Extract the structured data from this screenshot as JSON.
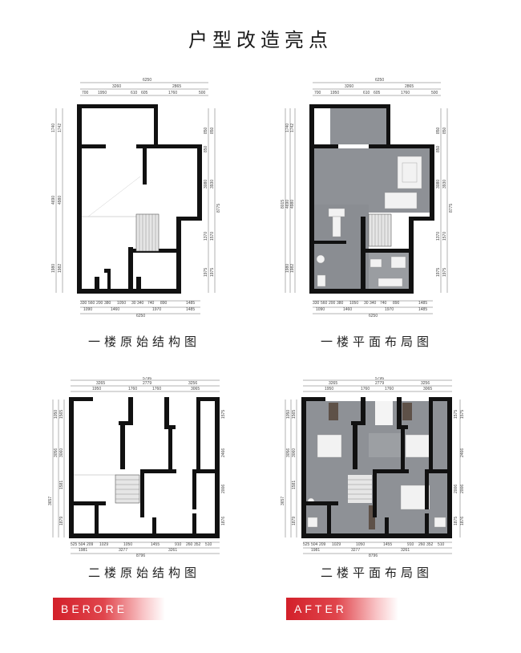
{
  "title": "户型改造亮点",
  "plans": {
    "f1_before": {
      "caption": "一楼原始结构图",
      "top_dims": {
        "total": "6250",
        "row1": [
          "3260",
          "2865"
        ],
        "row2": [
          "700",
          "1950",
          "610",
          "605",
          "1760",
          "500"
        ]
      },
      "bottom_dims": {
        "row1": [
          "330",
          "560",
          "200",
          "380",
          "1050",
          "30",
          "340",
          "740",
          "890",
          "1485"
        ],
        "row2": [
          "1090",
          "1460",
          "1970",
          "1485"
        ],
        "total": "6250"
      },
      "left_dims": [
        "1740",
        "1742",
        "4690",
        "4980",
        "1980",
        "1982"
      ],
      "right_dims": [
        "850",
        "850",
        "850",
        "3080",
        "3930",
        "8775",
        "1370",
        "1570",
        "1975",
        "1975"
      ]
    },
    "f1_after": {
      "caption": "一楼平面布局图",
      "top_dims": {
        "total": "6250",
        "row1": [
          "3260",
          "2865"
        ],
        "row2": [
          "700",
          "1950",
          "610",
          "605",
          "1760",
          "500"
        ]
      },
      "bottom_dims": {
        "row1": [
          "330",
          "560",
          "200",
          "380",
          "1050",
          "30",
          "340",
          "740",
          "890",
          "1485"
        ],
        "row2": [
          "1090",
          "1460",
          "1970",
          "1485"
        ],
        "total": "6250"
      },
      "left_dims": [
        "1740",
        "1742",
        "8015",
        "4690",
        "4980",
        "1980",
        "1982"
      ],
      "right_dims": [
        "850",
        "850",
        "850",
        "3080",
        "3930",
        "8775",
        "1370",
        "1570",
        "1975",
        "1975"
      ]
    },
    "f2_before": {
      "caption": "二楼原始结构图",
      "top_dims": {
        "total": "5796",
        "row1": [
          "3265",
          "2779",
          "3256"
        ],
        "row2": [
          "1950",
          "1760",
          "1760",
          "3065"
        ]
      },
      "bottom_dims": {
        "row1": [
          "525",
          "504",
          "209",
          "1029",
          "1050",
          "1455",
          "910",
          "260",
          "352",
          "510"
        ],
        "row2": [
          "1981",
          "3277",
          "3261"
        ],
        "total": "8796"
      },
      "left_dims": [
        "1050",
        "1565",
        "3056",
        "3060",
        "1581",
        "3657",
        "1879"
      ],
      "right_dims": [
        "1575",
        "1575",
        "2466",
        "2006",
        "2006",
        "1875",
        "1876"
      ]
    },
    "f2_after": {
      "caption": "二楼平面布局图",
      "top_dims": {
        "total": "5796",
        "row1": [
          "3265",
          "2779",
          "3256"
        ],
        "row2": [
          "1950",
          "1760",
          "1760",
          "3065"
        ]
      },
      "bottom_dims": {
        "row1": [
          "525",
          "504",
          "209",
          "1029",
          "1050",
          "1455",
          "910",
          "260",
          "352",
          "510"
        ],
        "row2": [
          "1981",
          "3277",
          "3261"
        ],
        "total": "8796"
      },
      "left_dims": [
        "1050",
        "1565",
        "3056",
        "3060",
        "1581",
        "3657",
        "1879"
      ],
      "right_dims": [
        "1575",
        "1575",
        "2466",
        "2006",
        "2006",
        "1875",
        "1876"
      ]
    }
  },
  "labels": {
    "before": "BERORE",
    "after": "AFTER"
  },
  "colors": {
    "accent": "#d3202a",
    "wall": "#111111",
    "floor": "#8e9196",
    "furniture": "#f2f2f2",
    "dark_floor": "#5e5148"
  }
}
